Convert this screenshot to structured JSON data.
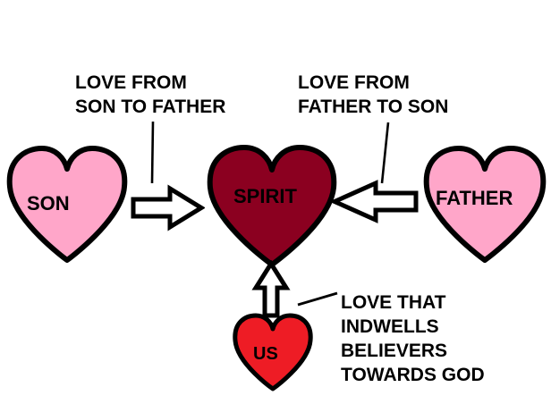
{
  "diagram": {
    "title": "Trinity love flow diagram",
    "background_color": "#FFFFFF",
    "outline_color": "#000000",
    "text_color": "#000000"
  },
  "hearts": [
    {
      "id": "son",
      "label": "SON",
      "fill_color": "#FFA6C9",
      "outline_color": "#000000"
    },
    {
      "id": "spirit",
      "label": "SPIRIT",
      "fill_color": "#8B0020",
      "outline_color": "#000000"
    },
    {
      "id": "father",
      "label": "FATHER",
      "fill_color": "#FFA6C9",
      "outline_color": "#000000"
    },
    {
      "id": "us",
      "label": "US",
      "fill_color": "#EE1C25",
      "outline_color": "#000000"
    }
  ],
  "captions": {
    "son_to_father": {
      "line1": "LOVE FROM",
      "line2": "SON TO FATHER"
    },
    "father_to_son": {
      "line1": "LOVE FROM",
      "line2": "FATHER TO SON"
    },
    "indwelling": {
      "line1": "LOVE THAT",
      "line2": "INDWELLS",
      "line3": "BELIEVERS",
      "line4": "TOWARDS GOD"
    }
  },
  "arrows": [
    {
      "id": "son-to-spirit",
      "direction": "right"
    },
    {
      "id": "father-to-spirit",
      "direction": "left"
    },
    {
      "id": "us-to-spirit",
      "direction": "up"
    }
  ]
}
